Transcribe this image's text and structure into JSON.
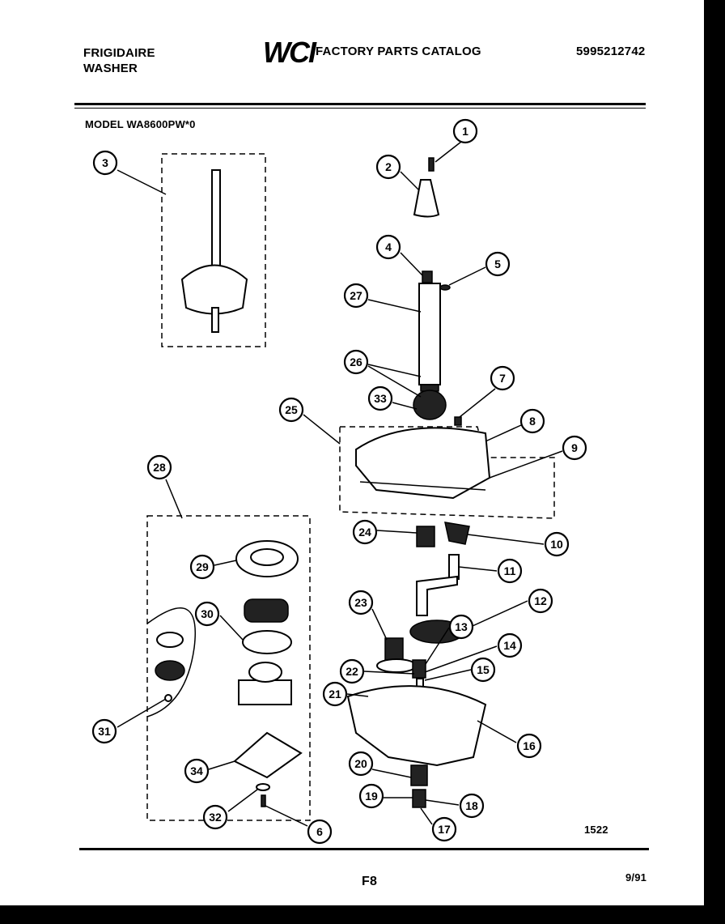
{
  "header": {
    "brand": "FRIGIDAIRE",
    "product": "WASHER",
    "logo": "WCI",
    "catalog_title": "FACTORY PARTS CATALOG",
    "catalog_number": "5995212742",
    "model": "MODEL WA8600PW*0"
  },
  "footer": {
    "diagram_number": "1522",
    "page": "F8",
    "date": "9/91"
  },
  "callouts": [
    "1",
    "2",
    "3",
    "4",
    "5",
    "6",
    "7",
    "8",
    "9",
    "10",
    "11",
    "12",
    "13",
    "14",
    "15",
    "16",
    "17",
    "18",
    "19",
    "20",
    "21",
    "22",
    "23",
    "24",
    "25",
    "26",
    "27",
    "28",
    "29",
    "30",
    "31",
    "32",
    "33",
    "34"
  ],
  "colors": {
    "ink": "#000000",
    "paper": "#ffffff"
  }
}
